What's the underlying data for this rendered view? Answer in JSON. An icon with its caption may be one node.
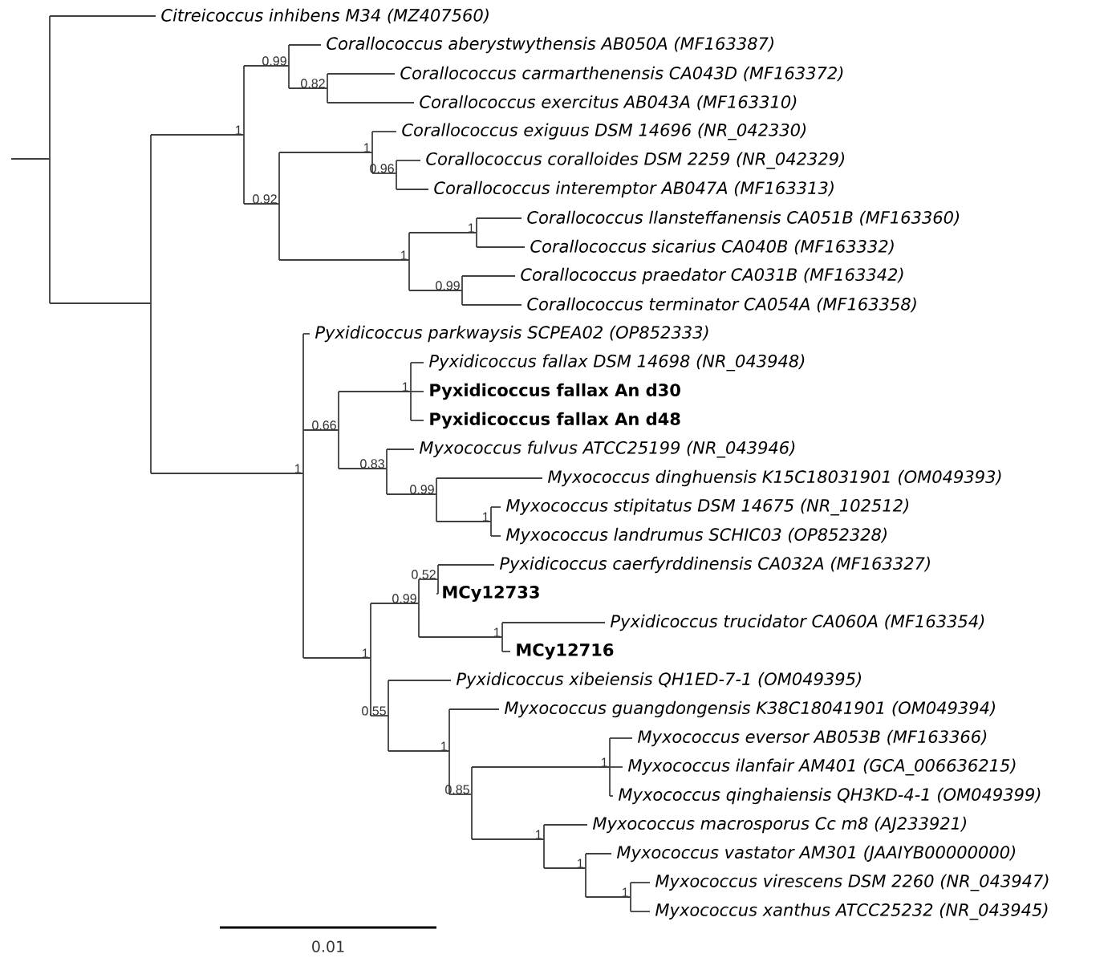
{
  "diagram": {
    "labels": [
      "Citreicoccus inhibens M34 (MZ407560)",
      "Corallococcus aberystwythensis AB050A (MF163387)",
      "Corallococcus carmarthenensis CA043D (MF163372)",
      "Corallococcus exercitus AB043A (MF163310)",
      "Corallococcus exiguus DSM 14696 (NR_042330)",
      "Corallococcus coralloides DSM 2259 (NR_042329)",
      "Corallococcus interemptor AB047A (MF163313)",
      "Corallococcus llansteffanensis CA051B (MF163360)",
      "Corallococcus sicarius CA040B (MF163332)",
      "Corallococcus praedator CA031B (MF163342)",
      "Corallococcus terminator CA054A (MF163358)",
      "Pyxidicoccus parkwaysis SCPEA02 (OP852333)",
      "Pyxidicoccus fallax DSM 14698 (NR_043948)",
      "Pyxidicoccus fallax An d30",
      "Pyxidicoccus fallax An d48",
      "Myxococcus fulvus ATCC25199 (NR_043946)",
      "Myxococcus dinghuensis K15C18031901 (OM049393)",
      "Myxococcus stipitatus DSM 14675 (NR_102512)",
      "Myxococcus landrumus SCHIC03 (OP852328)",
      "Pyxidicoccus caerfyrddinensis CA032A (MF163327)",
      "MCy12733",
      "Pyxidicoccus trucidator CA060A (MF163354)",
      "MCy12716",
      "Pyxidicoccus xibeiensis QH1ED-7-1 (OM049395)",
      "Myxococcus guangdongensis K38C18041901 (OM049394)",
      "Myxococcus eversor AB053B (MF163366)",
      "Myxococcus ilanfair AM401 (GCA_006636215)",
      "Myxococcus qinghaiensis QH3KD-4-1 (OM049399)",
      "Myxococcus macrosporus Cc m8 (AJ233921)",
      "Myxococcus vastator AM301 (JAAIYB00000000)",
      "Myxococcus virescens DSM 2260 (NR_043947)",
      "Myxococcus xanthus ATCC25232 (NR_043945)",
      "0.99",
      "0.82",
      "1",
      "1",
      "0.96",
      "0.92",
      "1",
      "1",
      "0.99",
      "1",
      "0.66",
      "0.83",
      "1",
      "0.99",
      "1",
      "0.52",
      "0.99",
      "1",
      "1",
      "0.55",
      "1",
      "1",
      "0.85",
      "1",
      "1",
      "1",
      "0.01"
    ]
  }
}
